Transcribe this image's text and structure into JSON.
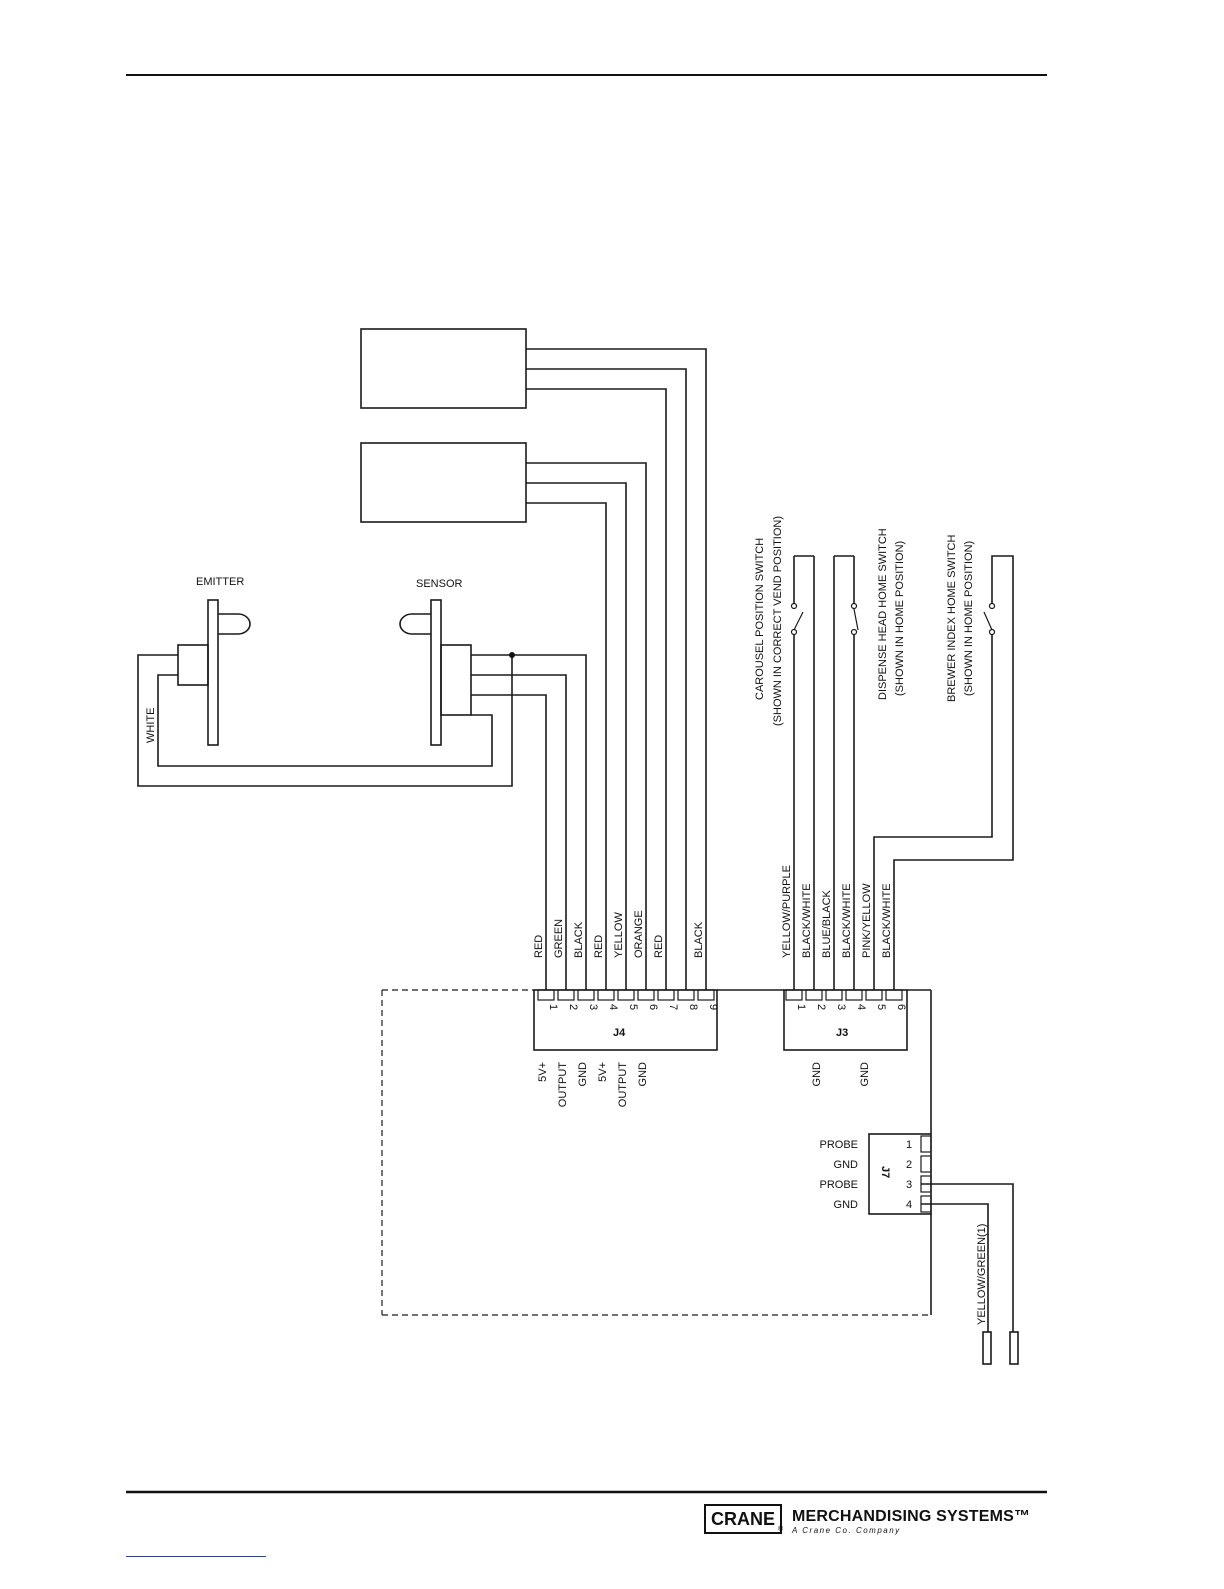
{
  "components": {
    "emitter": "EMITTER",
    "sensor": "SENSOR",
    "white_wire": "WHITE"
  },
  "j4": {
    "name": "J4",
    "pins": [
      "1",
      "2",
      "3",
      "4",
      "5",
      "6",
      "7",
      "8",
      "9"
    ],
    "wires": [
      "RED",
      "GREEN",
      "BLACK",
      "RED",
      "YELLOW",
      "ORANGE",
      "RED",
      "",
      "BLACK"
    ],
    "signals": [
      "5V+",
      "OUTPUT",
      "GND",
      "5V+",
      "OUTPUT",
      "GND"
    ]
  },
  "j3": {
    "name": "J3",
    "pins": [
      "1",
      "2",
      "3",
      "4",
      "5",
      "6"
    ],
    "wires": [
      "YELLOW/PURPLE",
      "BLACK/WHITE",
      "BLUE/BLACK",
      "BLACK/WHITE",
      "PINK/YELLOW",
      "BLACK/WHITE"
    ],
    "signals": [
      "",
      "",
      "GND",
      "",
      "GND",
      ""
    ]
  },
  "j7": {
    "name": "J7",
    "pins": [
      "1",
      "2",
      "3",
      "4"
    ],
    "signals": [
      "PROBE",
      "GND",
      "PROBE",
      "GND"
    ],
    "wire": "YELLOW/GREEN(1)"
  },
  "switches": {
    "carousel_1": "CAROUSEL POSITION SWITCH",
    "carousel_2": "(SHOWN IN CORRECT VEND POSITION)",
    "dispense_1": "DISPENSE HEAD HOME SWITCH",
    "dispense_2": "(SHOWN IN HOME POSITION)",
    "brewer_1": "BREWER INDEX HOME SWITCH",
    "brewer_2": "(SHOWN IN HOME POSITION)"
  },
  "footer": {
    "brand": "CRANE",
    "reg": "®",
    "company": "MERCHANDISING SYSTEMS™",
    "tagline": "A Crane Co. Company"
  }
}
